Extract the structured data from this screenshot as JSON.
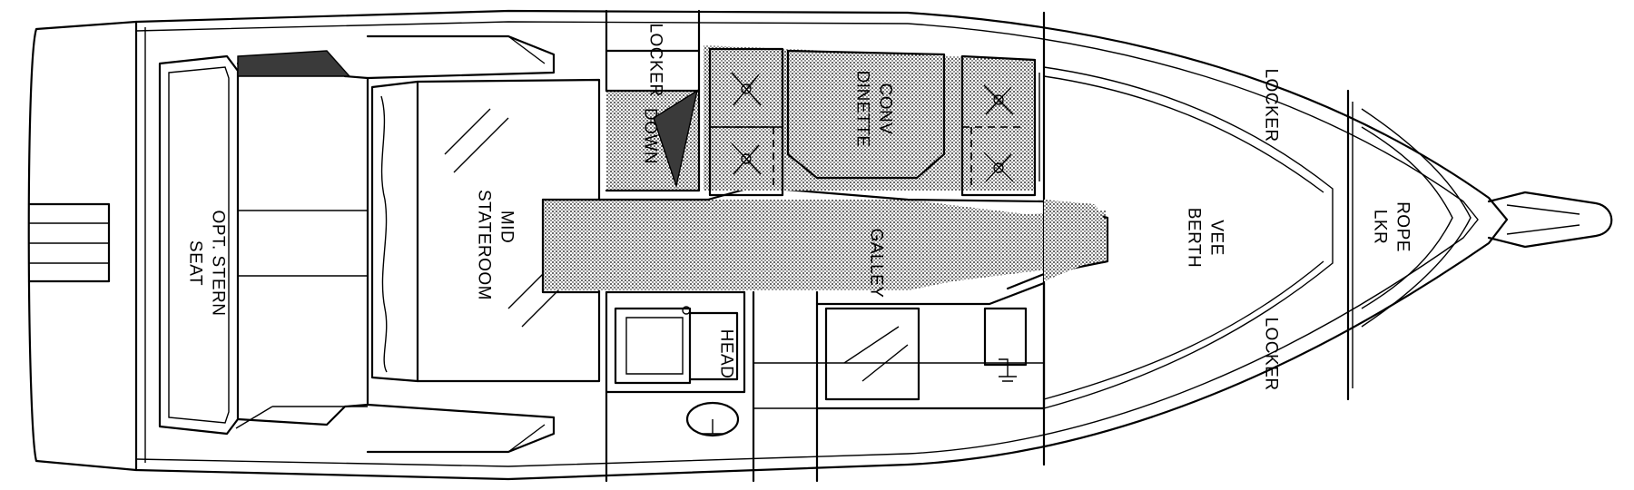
{
  "labels": {
    "locker_top_center": "LOCKER",
    "down": "DOWN",
    "conv_dinette_line1": "CONV",
    "conv_dinette_line2": "DINETTE",
    "locker_fwd_port": "LOCKER",
    "locker_fwd_starboard": "LOCKER",
    "stern_seat_line1": "OPT. STERN",
    "stern_seat_line2": "SEAT",
    "mid_stateroom_line1": "MID",
    "mid_stateroom_line2": "STATEROOM",
    "galley": "GALLEY",
    "vee_berth_line1": "VEE",
    "vee_berth_line2": "BERTH",
    "rope_locker_line1": "ROPE",
    "rope_locker_line2": "LKR",
    "head": "HEAD"
  }
}
